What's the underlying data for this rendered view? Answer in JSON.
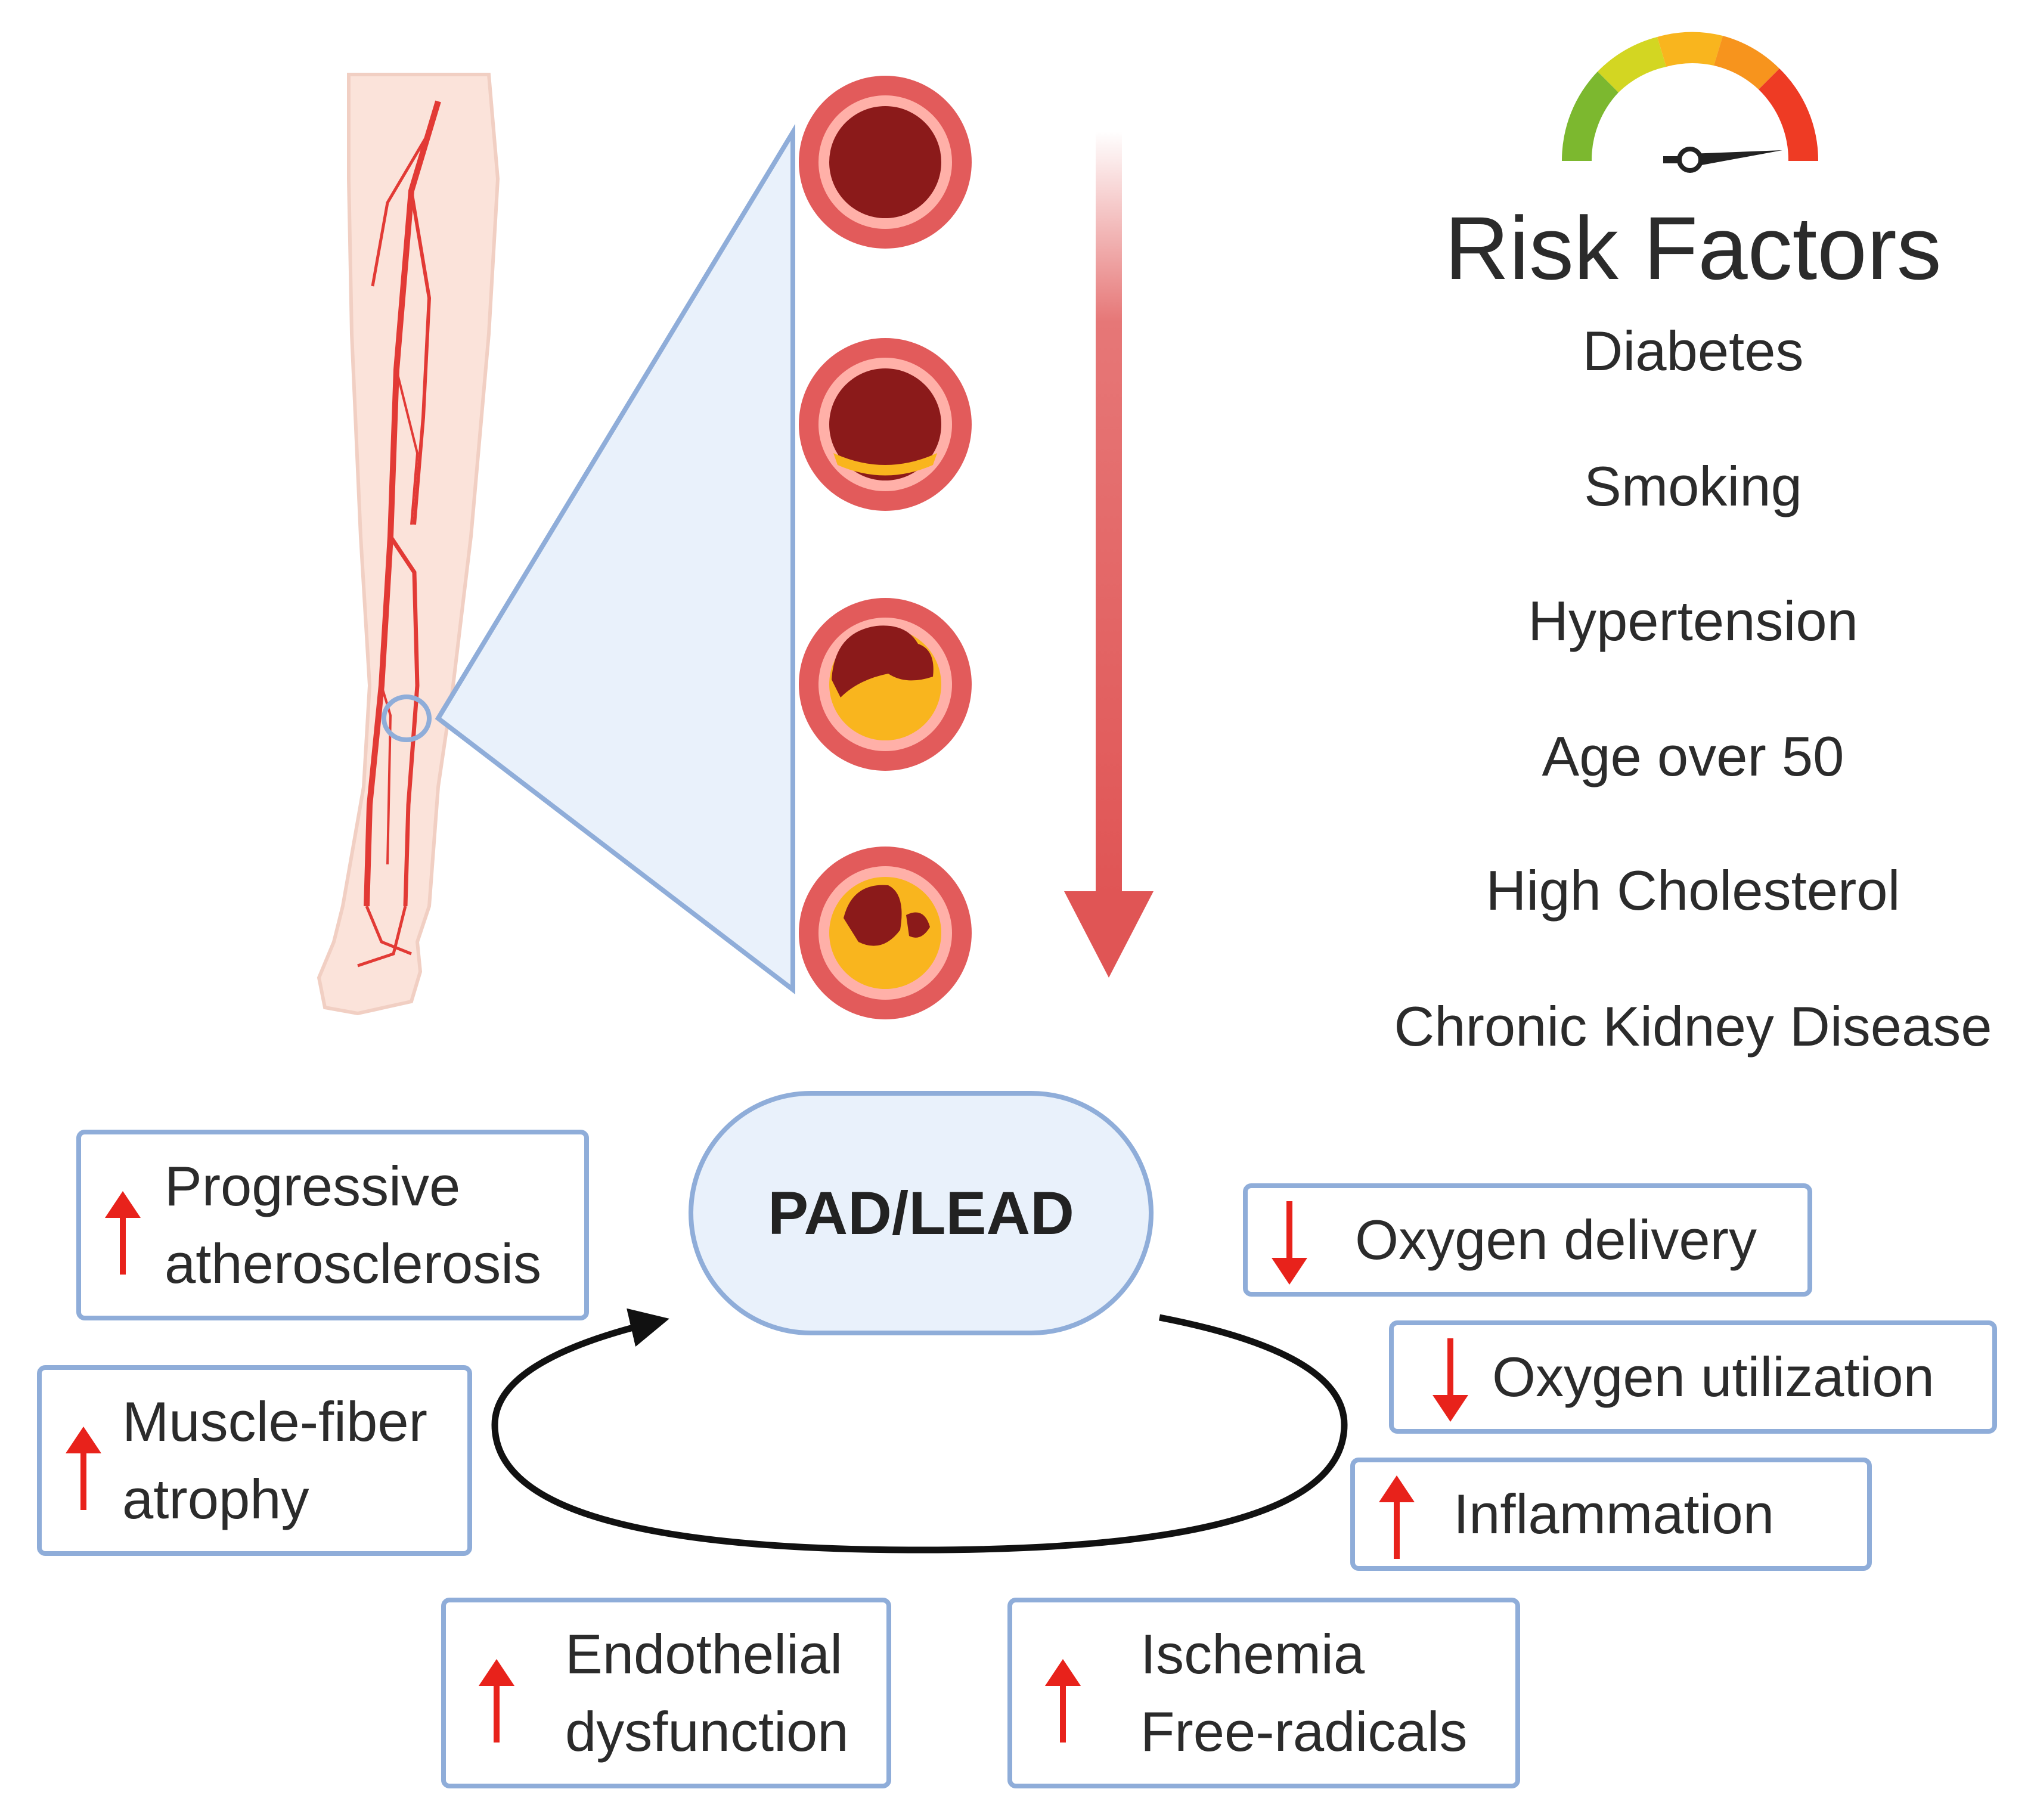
{
  "risk_factors": {
    "title": "Risk Factors",
    "items": [
      "Diabetes",
      "Smoking",
      "Hypertension",
      "Age over 50",
      "High Cholesterol",
      "Chronic Kidney Disease"
    ]
  },
  "center_label": "PAD/LEAD",
  "effects": {
    "progressive_atherosclerosis": [
      "Progressive",
      "atherosclerosis"
    ],
    "muscle_fiber_atrophy": [
      "Muscle-fiber",
      "atrophy"
    ],
    "endothelial_dysfunction": [
      "Endothelial",
      "dysfunction"
    ],
    "ischemia_free_radicals": [
      "Ischemia",
      "Free-radicals"
    ],
    "oxygen_delivery": "Oxygen delivery",
    "oxygen_utilization": "Oxygen utilization",
    "inflammation": "Inflammation"
  },
  "colors": {
    "box_border": "#8fadd9",
    "arrow_red": "#e8221b",
    "artery_red": "#d94b4b",
    "plaque_yellow": "#f9b51e",
    "lumen_dark": "#8b1a1a"
  }
}
